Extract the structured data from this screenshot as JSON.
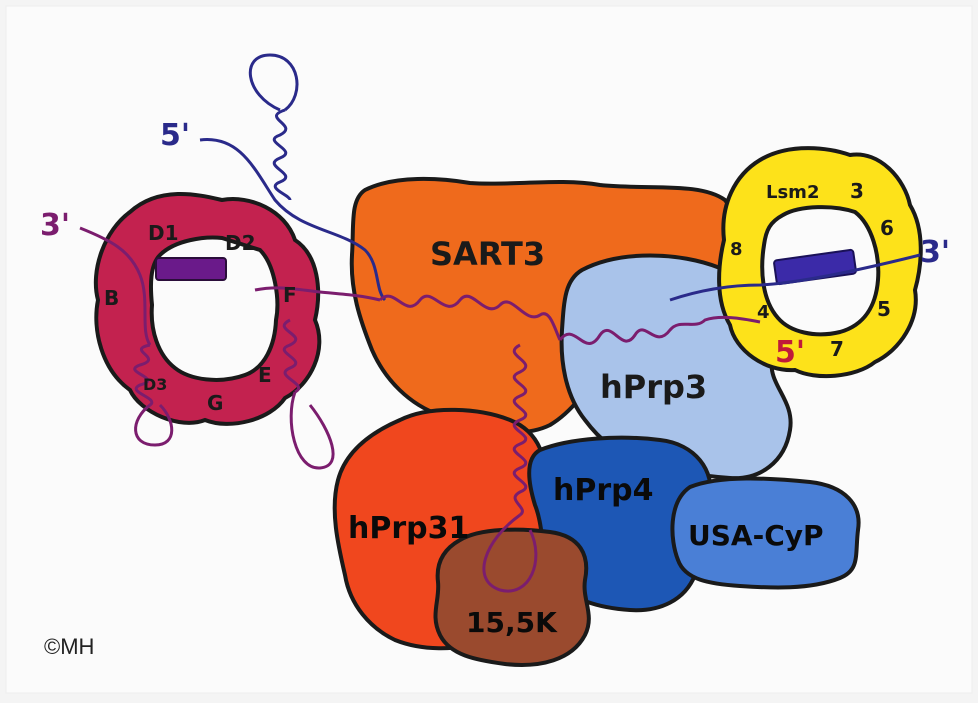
{
  "labels": {
    "sart3": "SART3",
    "hprp3": "hPrp3",
    "hprp4": "hPrp4",
    "hprp31": "hPrp31",
    "usa_cyp": "USA-CyP",
    "k155": "15,5K",
    "sm": {
      "d1": "D1",
      "d2": "D2",
      "b": "B",
      "f": "F",
      "e": "E",
      "d3": "D3",
      "g": "G"
    },
    "lsm": {
      "lsm2": "Lsm2",
      "s3": "3",
      "s6": "6",
      "s5": "5",
      "s7": "7",
      "s4": "4",
      "s8": "8"
    },
    "ends": {
      "u6_5": "5'",
      "u4_3": "3'",
      "u6_3": "3'",
      "u6_5b": "5'"
    }
  },
  "copyright": "©MH",
  "colors": {
    "sart3": "#ef6a1c",
    "hprp3": "#a9c3ea",
    "hprp4": "#1d57b5",
    "hprp31": "#f0471e",
    "usa_cyp": "#4a7fd6",
    "k155": "#9a4a2e",
    "sm_ring": "#c3224f",
    "lsm_ring": "#fde21a",
    "rna_u4": "#7b1d6e",
    "rna_u6": "#2a2a8a"
  }
}
